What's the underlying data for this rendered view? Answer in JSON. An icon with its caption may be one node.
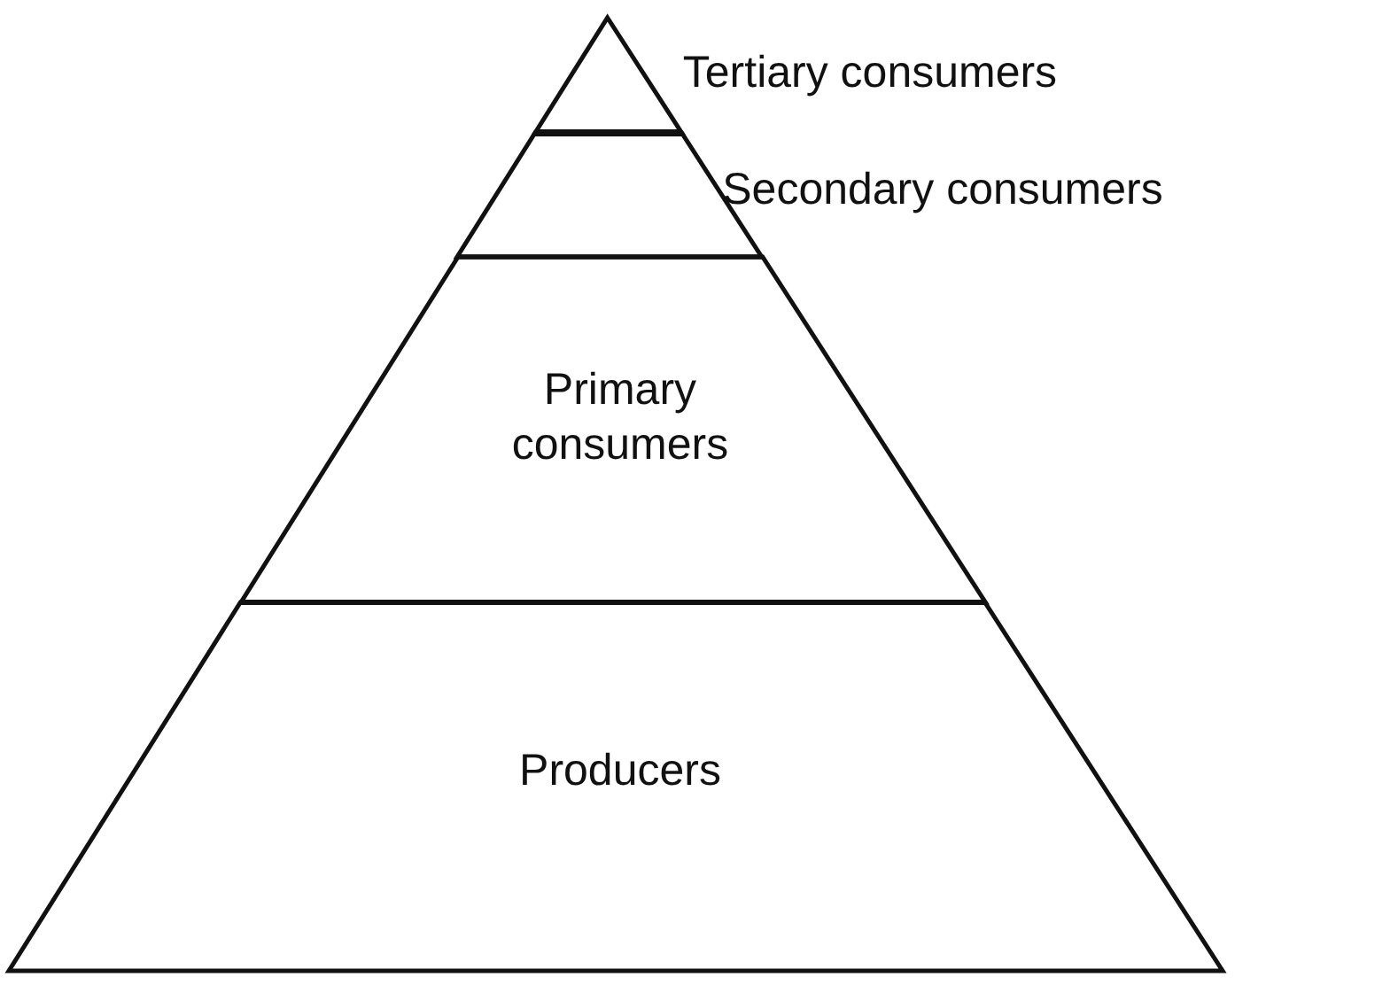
{
  "diagram": {
    "nodes": [
      {
        "text": [
          "Tertiary consumers"
        ]
      },
      {
        "text": [
          "Secondary consumers"
        ]
      },
      {
        "text": [
          "Primary consumers"
        ]
      },
      {
        "text": [
          "Producers"
        ]
      }
    ]
  }
}
